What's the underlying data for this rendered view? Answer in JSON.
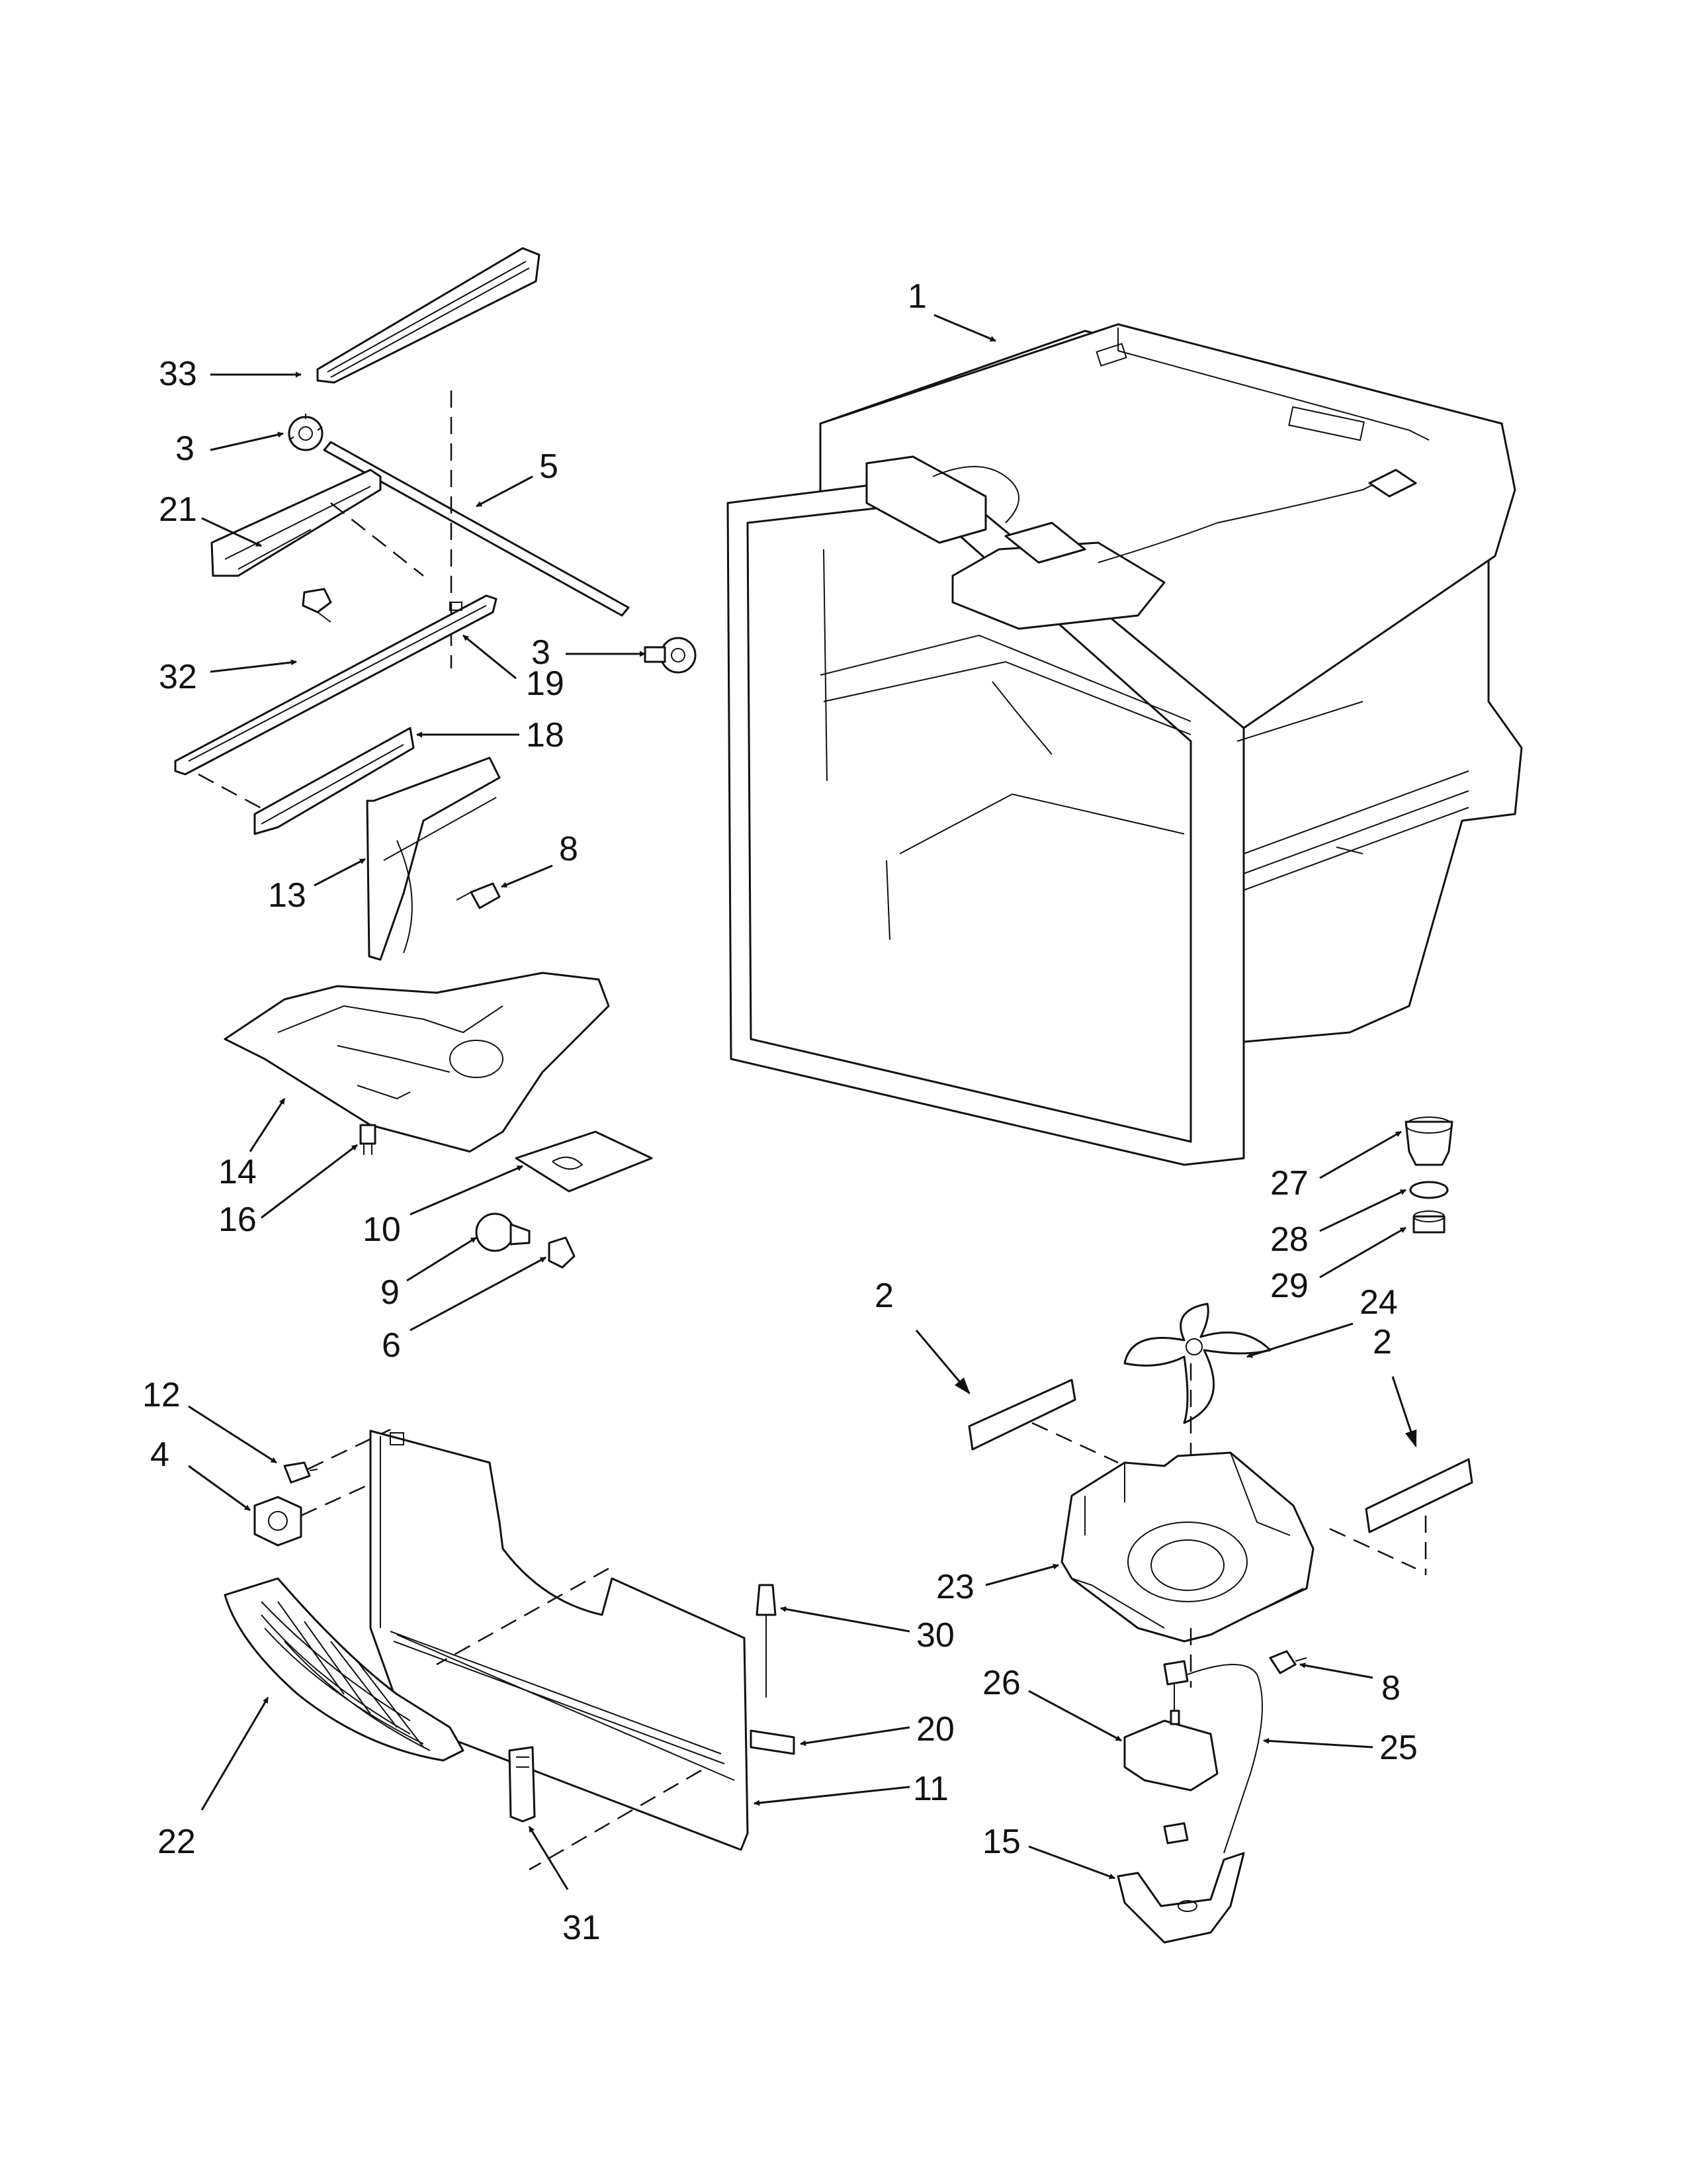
{
  "callouts": [
    {
      "id": "c-1",
      "label": "1"
    },
    {
      "id": "c-2a",
      "label": "2"
    },
    {
      "id": "c-2b",
      "label": "2"
    },
    {
      "id": "c-3a",
      "label": "3"
    },
    {
      "id": "c-3b",
      "label": "3"
    },
    {
      "id": "c-4",
      "label": "4"
    },
    {
      "id": "c-5",
      "label": "5"
    },
    {
      "id": "c-6",
      "label": "6"
    },
    {
      "id": "c-8a",
      "label": "8"
    },
    {
      "id": "c-8b",
      "label": "8"
    },
    {
      "id": "c-9",
      "label": "9"
    },
    {
      "id": "c-10",
      "label": "10"
    },
    {
      "id": "c-11",
      "label": "11"
    },
    {
      "id": "c-12",
      "label": "12"
    },
    {
      "id": "c-13",
      "label": "13"
    },
    {
      "id": "c-14",
      "label": "14"
    },
    {
      "id": "c-15",
      "label": "15"
    },
    {
      "id": "c-16",
      "label": "16"
    },
    {
      "id": "c-18",
      "label": "18"
    },
    {
      "id": "c-19",
      "label": "19"
    },
    {
      "id": "c-20",
      "label": "20"
    },
    {
      "id": "c-21",
      "label": "21"
    },
    {
      "id": "c-22",
      "label": "22"
    },
    {
      "id": "c-23",
      "label": "23"
    },
    {
      "id": "c-24",
      "label": "24"
    },
    {
      "id": "c-25",
      "label": "25"
    },
    {
      "id": "c-26",
      "label": "26"
    },
    {
      "id": "c-27",
      "label": "27"
    },
    {
      "id": "c-28",
      "label": "28"
    },
    {
      "id": "c-29",
      "label": "29"
    },
    {
      "id": "c-30",
      "label": "30"
    },
    {
      "id": "c-31",
      "label": "31"
    },
    {
      "id": "c-32",
      "label": "32"
    },
    {
      "id": "c-33",
      "label": "33"
    }
  ]
}
